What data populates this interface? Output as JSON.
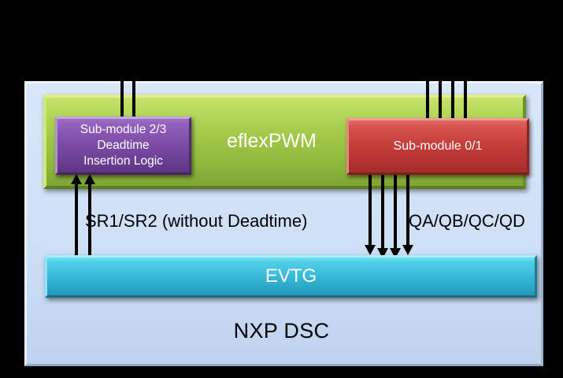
{
  "diagram": {
    "title": "NXP DSC eflexPWM / EVTG block diagram",
    "outer_panel": {
      "label": "NXP DSC",
      "color": "#cfe0f7"
    },
    "pwm_panel": {
      "label": "eflexPWM",
      "color": "#a4c949",
      "text_color": "#ffffff"
    },
    "blocks": [
      {
        "name": "submodule-2-3",
        "lines": [
          "Sub-module 2/3",
          "Deadtime",
          "Insertion Logic"
        ],
        "color": "#7d4da8",
        "text_color": "#ffffff"
      },
      {
        "name": "submodule-0-1",
        "lines": [
          "Sub-module 0/1"
        ],
        "color": "#c8403c",
        "text_color": "#ffffff"
      },
      {
        "name": "evtg",
        "lines": [
          "EVTG"
        ],
        "color": "#3cbedd",
        "text_color": "#ffffff"
      }
    ],
    "signals": {
      "left": "SR1/SR2 (without Deadtime)",
      "right": "QA/QB/QC/QD"
    },
    "connections": {
      "top_left_lines": 2,
      "top_right_lines": 4,
      "evtg_to_deadtime_arrows": 2,
      "submodule01_to_evtg_arrows": 4
    }
  }
}
